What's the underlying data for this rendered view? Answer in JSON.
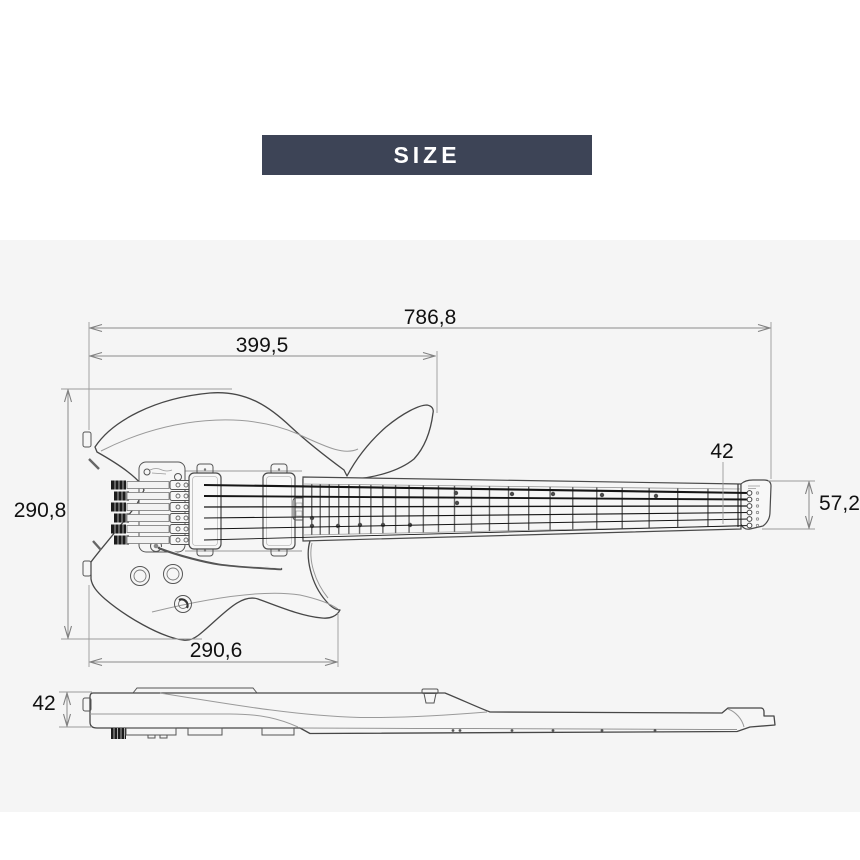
{
  "header": {
    "title": "SIZE"
  },
  "colors": {
    "banner_bg": "#3d4456",
    "banner_text": "#ffffff",
    "panel_bg": "#f5f5f5",
    "drawing_line": "#474747",
    "dimension_line": "#8a8a8a",
    "dimension_text": "#111111"
  },
  "drawing": {
    "dimensions": {
      "total_length": "786,8",
      "bridge_to_nut_length": "399,5",
      "body_width": "290,8",
      "nut_width": "42",
      "head_end_width": "57,2",
      "body_length": "290,6",
      "body_thickness": "42"
    }
  }
}
